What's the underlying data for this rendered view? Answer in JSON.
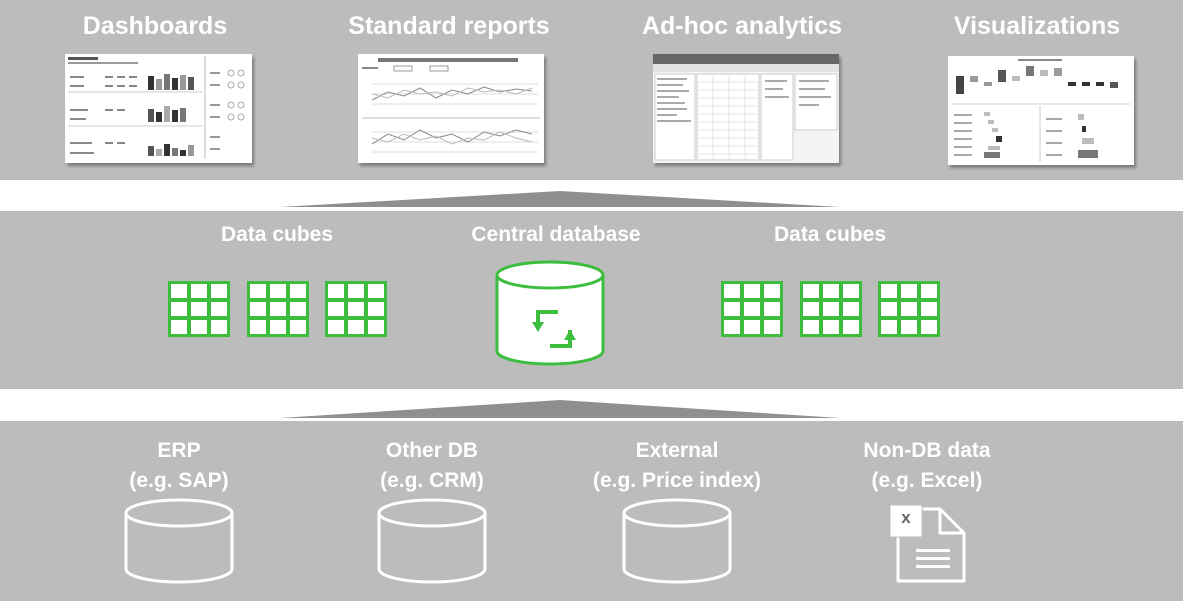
{
  "top": {
    "items": [
      {
        "label": "Dashboards"
      },
      {
        "label": "Standard reports"
      },
      {
        "label": "Ad-hoc analytics"
      },
      {
        "label": "Visualizations"
      }
    ]
  },
  "middle": {
    "left_label": "Data cubes",
    "center_label": "Central database",
    "right_label": "Data cubes"
  },
  "bottom": {
    "sources": [
      {
        "name": "ERP",
        "example": "(e.g. SAP)"
      },
      {
        "name": "Other DB",
        "example": "(e.g. CRM)"
      },
      {
        "name": "External",
        "example": "(e.g. Price index)"
      },
      {
        "name": "Non-DB data",
        "example": "(e.g. Excel)"
      }
    ],
    "excel_glyph": "x"
  },
  "colors": {
    "band": "#bcbcbc",
    "label": "#ffffff",
    "cube_green": "#3dbd3d",
    "connector": "#8f8f8f"
  },
  "icons": [
    "data-cube-icon",
    "database-icon",
    "sync-icon",
    "document-icon"
  ]
}
